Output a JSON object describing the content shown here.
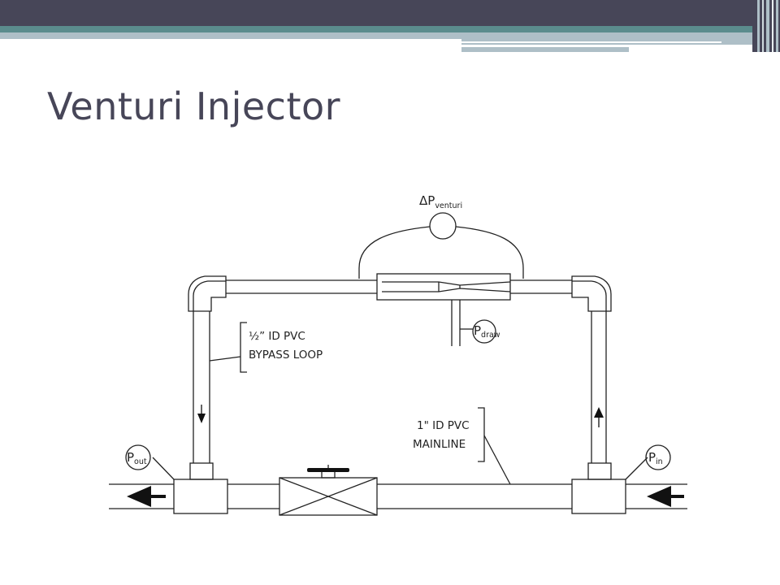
{
  "slide": {
    "title": "Venturi Injector"
  },
  "diagram": {
    "delta_p": {
      "symbol": "ΔP",
      "subscript": "venturi"
    },
    "p_draw": {
      "symbol": "P",
      "subscript": "draw"
    },
    "p_out": {
      "symbol": "P",
      "subscript": "out"
    },
    "p_in": {
      "symbol": "P",
      "subscript": "in"
    },
    "bypass_label": {
      "line1": "½” ID PVC",
      "line2": "BYPASS LOOP"
    },
    "mainline_label": {
      "line1": "1\" ID PVC",
      "line2": "MAINLINE"
    }
  },
  "theme": {
    "title_color": "#474658",
    "bar_color": "#474658",
    "accent_teal": "#5b8c8d",
    "accent_light": "#aebfc7"
  }
}
